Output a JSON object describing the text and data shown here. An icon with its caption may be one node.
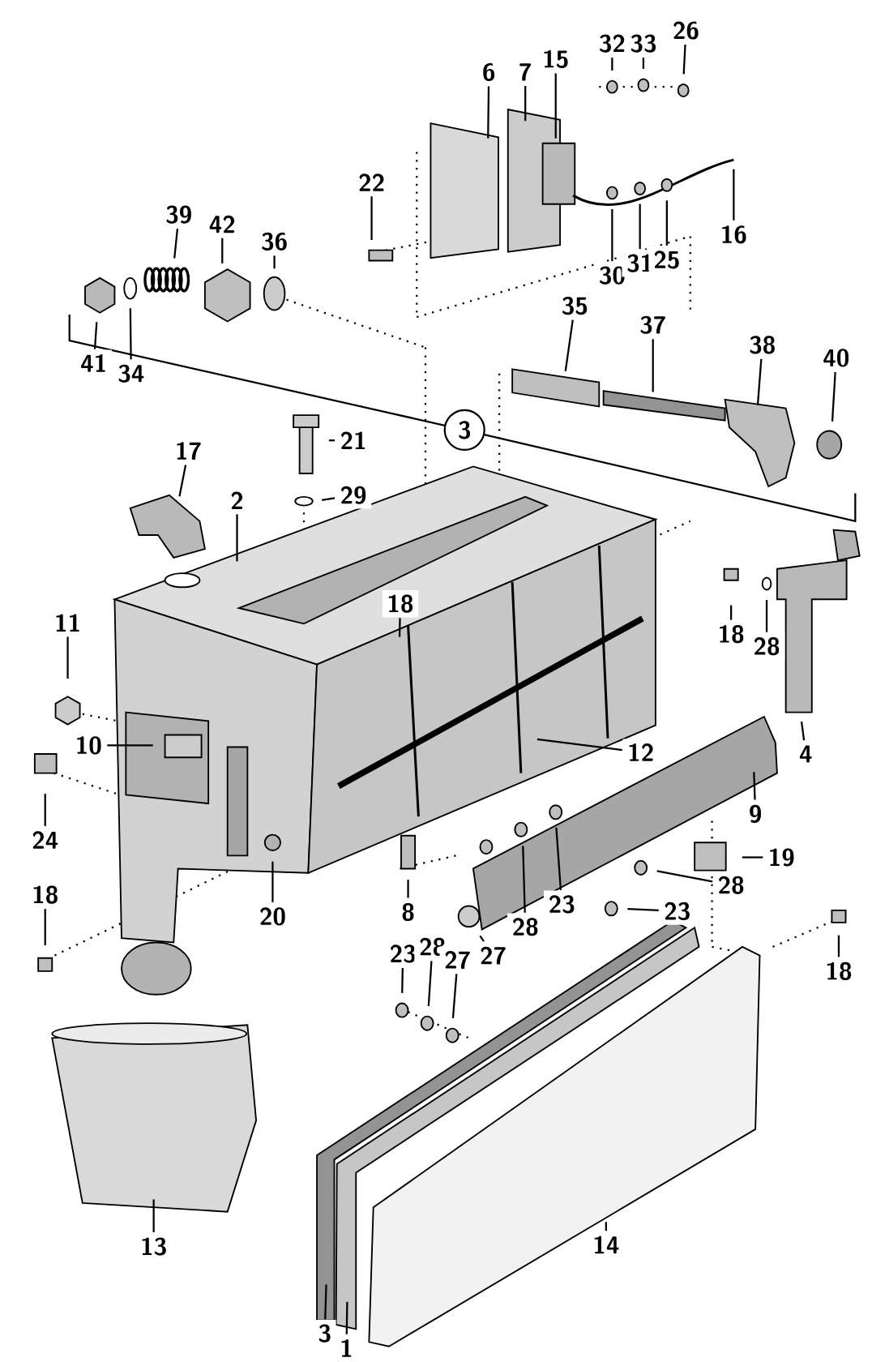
{
  "diagram": {
    "nodes": [
      {
        "text": [
          "32"
        ]
      },
      {
        "text": [
          "33"
        ]
      },
      {
        "text": [
          "26"
        ]
      },
      {
        "text": [
          "15"
        ]
      },
      {
        "text": [
          "6"
        ]
      },
      {
        "text": [
          "7"
        ]
      },
      {
        "text": [
          "22"
        ]
      },
      {
        "text": [
          "39"
        ]
      },
      {
        "text": [
          "42"
        ]
      },
      {
        "text": [
          "36"
        ]
      },
      {
        "text": [
          "16"
        ]
      },
      {
        "text": [
          "30"
        ]
      },
      {
        "text": [
          "31"
        ]
      },
      {
        "text": [
          "25"
        ]
      },
      {
        "text": [
          "35"
        ]
      },
      {
        "text": [
          "37"
        ]
      },
      {
        "text": [
          "38"
        ]
      },
      {
        "text": [
          "40"
        ]
      },
      {
        "text": [
          "41"
        ]
      },
      {
        "text": [
          "34"
        ]
      },
      {
        "text": [
          "3"
        ]
      },
      {
        "text": [
          "21"
        ]
      },
      {
        "text": [
          "17"
        ]
      },
      {
        "text": [
          "2"
        ]
      },
      {
        "text": [
          "29"
        ]
      },
      {
        "text": [
          "18"
        ]
      },
      {
        "text": [
          "18"
        ]
      },
      {
        "text": [
          "28"
        ]
      },
      {
        "text": [
          "11"
        ]
      },
      {
        "text": [
          "10"
        ]
      },
      {
        "text": [
          "12"
        ]
      },
      {
        "text": [
          "4"
        ]
      },
      {
        "text": [
          "9"
        ]
      },
      {
        "text": [
          "24"
        ]
      },
      {
        "text": [
          "19"
        ]
      },
      {
        "text": [
          "28"
        ]
      },
      {
        "text": [
          "23"
        ]
      },
      {
        "text": [
          "8"
        ]
      },
      {
        "text": [
          "23"
        ]
      },
      {
        "text": [
          "28"
        ]
      },
      {
        "text": [
          "27"
        ]
      },
      {
        "text": [
          "20"
        ]
      },
      {
        "text": [
          "18"
        ]
      },
      {
        "text": [
          "18"
        ]
      },
      {
        "text": [
          "23"
        ]
      },
      {
        "text": [
          "28"
        ]
      },
      {
        "text": [
          "27"
        ]
      },
      {
        "text": [
          "13"
        ]
      },
      {
        "text": [
          "14"
        ]
      },
      {
        "text": [
          "3"
        ]
      },
      {
        "text": [
          "1"
        ]
      }
    ],
    "edges": [
      {
        "from": 0,
        "to": null,
        "arrow": "none"
      },
      {
        "from": 1,
        "to": null,
        "arrow": "none"
      },
      {
        "from": 2,
        "to": null,
        "arrow": "none"
      },
      {
        "from": 3,
        "to": null,
        "arrow": "none"
      },
      {
        "from": 4,
        "to": null,
        "arrow": "none"
      },
      {
        "from": 5,
        "to": null,
        "arrow": "none"
      },
      {
        "from": 6,
        "to": null,
        "arrow": "none"
      },
      {
        "from": 7,
        "to": null,
        "arrow": "none"
      },
      {
        "from": 8,
        "to": null,
        "arrow": "none"
      },
      {
        "from": 9,
        "to": null,
        "arrow": "none"
      },
      {
        "from": 10,
        "to": null,
        "arrow": "none"
      },
      {
        "from": 11,
        "to": null,
        "arrow": "none"
      },
      {
        "from": 12,
        "to": null,
        "arrow": "none"
      },
      {
        "from": 13,
        "to": null,
        "arrow": "none"
      },
      {
        "from": 14,
        "to": null,
        "arrow": "none"
      },
      {
        "from": 15,
        "to": null,
        "arrow": "none"
      },
      {
        "from": 16,
        "to": null,
        "arrow": "none"
      },
      {
        "from": 17,
        "to": null,
        "arrow": "none"
      },
      {
        "from": 18,
        "to": null,
        "arrow": "none"
      },
      {
        "from": 19,
        "to": null,
        "arrow": "none"
      },
      {
        "from": 21,
        "to": null,
        "arrow": "none"
      },
      {
        "from": 22,
        "to": null,
        "arrow": "none"
      },
      {
        "from": 23,
        "to": null,
        "arrow": "none"
      },
      {
        "from": 24,
        "to": null,
        "arrow": "none"
      },
      {
        "from": 25,
        "to": null,
        "arrow": "none"
      },
      {
        "from": 26,
        "to": null,
        "arrow": "none"
      },
      {
        "from": 27,
        "to": null,
        "arrow": "none"
      },
      {
        "from": 28,
        "to": null,
        "arrow": "none"
      },
      {
        "from": 29,
        "to": null,
        "arrow": "none"
      },
      {
        "from": 30,
        "to": null,
        "arrow": "none"
      },
      {
        "from": 31,
        "to": null,
        "arrow": "none"
      },
      {
        "from": 32,
        "to": null,
        "arrow": "none"
      },
      {
        "from": 33,
        "to": null,
        "arrow": "none"
      },
      {
        "from": 34,
        "to": null,
        "arrow": "none"
      },
      {
        "from": 35,
        "to": null,
        "arrow": "none"
      },
      {
        "from": 36,
        "to": null,
        "arrow": "none"
      },
      {
        "from": 37,
        "to": null,
        "arrow": "none"
      },
      {
        "from": 38,
        "to": null,
        "arrow": "none"
      },
      {
        "from": 39,
        "to": null,
        "arrow": "none"
      },
      {
        "from": 40,
        "to": null,
        "arrow": "none"
      },
      {
        "from": 41,
        "to": null,
        "arrow": "none"
      },
      {
        "from": 42,
        "to": null,
        "arrow": "none"
      },
      {
        "from": 43,
        "to": null,
        "arrow": "none"
      },
      {
        "from": 44,
        "to": null,
        "arrow": "none"
      },
      {
        "from": 45,
        "to": null,
        "arrow": "none"
      },
      {
        "from": 46,
        "to": null,
        "arrow": "none"
      },
      {
        "from": 47,
        "to": null,
        "arrow": "none"
      },
      {
        "from": 48,
        "to": null,
        "arrow": "none"
      },
      {
        "from": 49,
        "to": null,
        "arrow": "none"
      },
      {
        "from": 50,
        "to": null,
        "arrow": "none"
      }
    ]
  }
}
